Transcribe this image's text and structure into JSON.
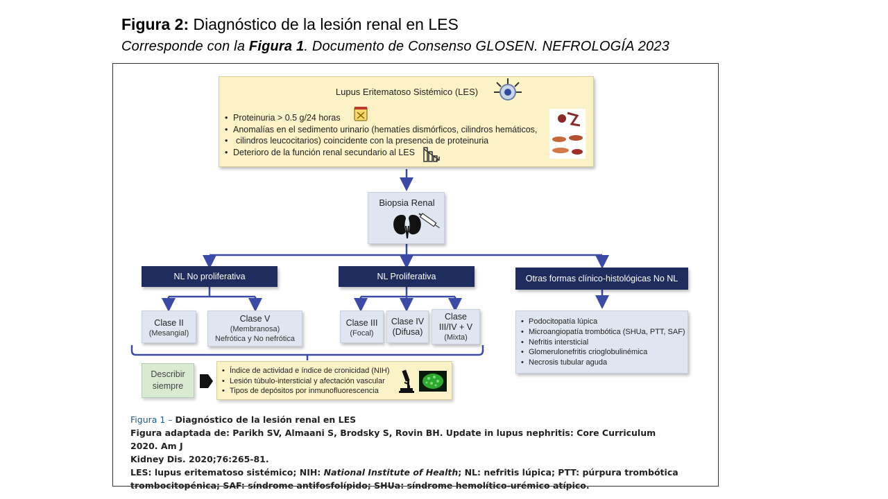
{
  "slide": {
    "title_bold": "Figura 2:",
    "title_rest": " Diagnóstico de la lesión renal en LES",
    "subtitle_pre": "Corresponde con la ",
    "subtitle_bold": "Figura 1",
    "subtitle_post": ". Documento de Consenso GLOSEN. NEFROLOGÍA 2023"
  },
  "les": {
    "title": "Lupus Eritematoso Sistémico (LES)",
    "items": [
      "Proteinuria > 0.5 g/24 horas",
      "Anomalías en el sedimento urinario (hematíes dismórficos, cilindros hemáticos,",
      "cilindros leucocitarios) coincidente con la presencia de proteinuria",
      "Deterioro de la función renal secundario al LES"
    ]
  },
  "biopsy": {
    "label": "Biopsia Renal"
  },
  "groups": {
    "non_proliferative": "NL No proliferativa",
    "proliferative": "NL Proliferativa",
    "others": "Otras formas clínico-histológicas No NL"
  },
  "classes": {
    "c2": {
      "name": "Clase II",
      "sub": "(Mesangial)"
    },
    "c5": {
      "name": "Clase V",
      "sub1": "(Membranosa)",
      "sub2": "Nefrótica y No nefrótica"
    },
    "c3": {
      "name": "Clase III",
      "sub": "(Focal)"
    },
    "c4": {
      "name": "Clase IV",
      "sub": "(Difusa)"
    },
    "mixed": {
      "name1": "Clase",
      "name2": "III/IV + V",
      "sub": "(Mixta)"
    }
  },
  "others_list": [
    "Podocitopatía lúpica",
    "Microangiopatía trombótica (SHUa, PTT, SAF)",
    "Nefritis intersticial",
    "Glomerulonefritis crioglobulinémica",
    "Necrosis tubular aguda"
  ],
  "describe": {
    "label1": "Describir",
    "label2": "siempre",
    "items": [
      "Índice de actividad e índice de cronicidad (NIH)",
      "Lesión túbulo-intersticial y afectación vascular",
      "Tipos de depósitos por inmunofluorescencia"
    ]
  },
  "caption": {
    "fig_label": "Figura 1 – ",
    "fig_title": "Diagnóstico de la lesión renal en LES",
    "line2": "Figura adaptada de: Parikh SV, Almaani S, Brodsky S, Rovin BH. Update in lupus nephritis: Core Curriculum 2020. Am J",
    "line3": "Kidney Dis. 2020;76:265-81.",
    "line4_a": "LES: lupus eritematoso sistémico; NIH: ",
    "line4_italic": "National Institute of Health",
    "line4_b": "; NL: nefritis lúpica; PTT: púrpura trombótica",
    "line5": "trombocitopénica; SAF: síndrome antifosfolípido; SHUa: síndrome hemolítico-urémico atípico."
  },
  "colors": {
    "navy": "#1f2d5e",
    "arrow": "#3b4aa6",
    "yellow_box": "#fbf2c7",
    "light_blue_box": "#dfe5f1",
    "green_box": "#d9ead3",
    "caption_blue": "#1a5c8a"
  }
}
